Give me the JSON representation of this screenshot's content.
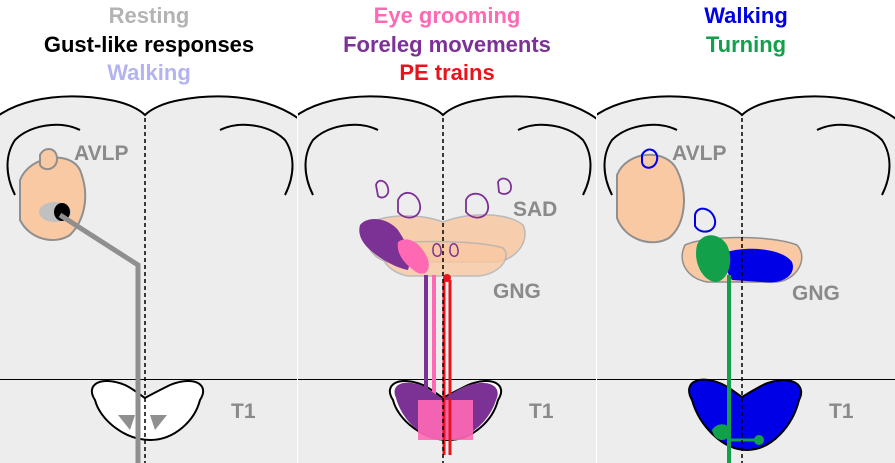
{
  "panels": [
    {
      "headings": [
        {
          "text": "Resting",
          "color": "#b3b3b3"
        },
        {
          "text": "Gust-like responses",
          "color": "#000000"
        },
        {
          "text": "Walking",
          "color": "#b3b3f2"
        }
      ],
      "regions": [
        "AVLP",
        "T1"
      ]
    },
    {
      "headings": [
        {
          "text": "Eye grooming",
          "color": "#ff69b4"
        },
        {
          "text": "Foreleg movements",
          "color": "#7b3294"
        },
        {
          "text": "PE trains",
          "color": "#e8141c"
        }
      ],
      "regions": [
        "SAD",
        "GNG",
        "T1"
      ]
    },
    {
      "headings": [
        {
          "text": "Walking",
          "color": "#0000e6"
        },
        {
          "text": "Turning",
          "color": "#12a14a"
        }
      ],
      "regions": [
        "AVLP",
        "GNG",
        "T1"
      ]
    }
  ],
  "colors": {
    "tissue": "#ededed",
    "outline": "#000000",
    "avlp_fill": "#f9c9a3",
    "gray_neuron": "#8f8f8f",
    "pink": "#ff69b4",
    "purple": "#7b3294",
    "red": "#e8141c",
    "blue": "#0000e6",
    "green": "#12a14a"
  }
}
